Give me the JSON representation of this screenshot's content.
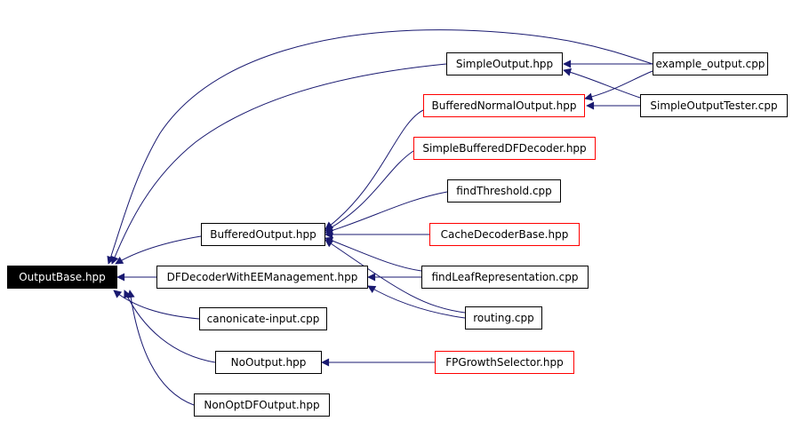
{
  "colors": {
    "edge": "#191970",
    "border": "#000000",
    "border_undocumented": "#ff0000",
    "root_fill": "#000000",
    "root_text": "#ffffff"
  },
  "nodes": {
    "outputbase": {
      "label": "OutputBase.hpp"
    },
    "simpleoutput": {
      "label": "SimpleOutput.hpp"
    },
    "example_output": {
      "label": "example_output.cpp"
    },
    "bufferednormaloutput": {
      "label": "BufferedNormalOutput.hpp"
    },
    "simpleoutputtester": {
      "label": "SimpleOutputTester.cpp"
    },
    "simplebuffereddfdecoder": {
      "label": "SimpleBufferedDFDecoder.hpp"
    },
    "findthreshold": {
      "label": "findThreshold.cpp"
    },
    "bufferedoutput": {
      "label": "BufferedOutput.hpp"
    },
    "cachedecoderbase": {
      "label": "CacheDecoderBase.hpp"
    },
    "dfdecoderwitheemanagement": {
      "label": "DFDecoderWithEEManagement.hpp"
    },
    "findleafrepresentation": {
      "label": "findLeafRepresentation.cpp"
    },
    "routing": {
      "label": "routing.cpp"
    },
    "canonicate_input": {
      "label": "canonicate-input.cpp"
    },
    "nooutput": {
      "label": "NoOutput.hpp"
    },
    "fpgrowthselector": {
      "label": "FPGrowthSelector.hpp"
    },
    "nonoptdfoutput": {
      "label": "NonOptDFOutput.hpp"
    }
  }
}
